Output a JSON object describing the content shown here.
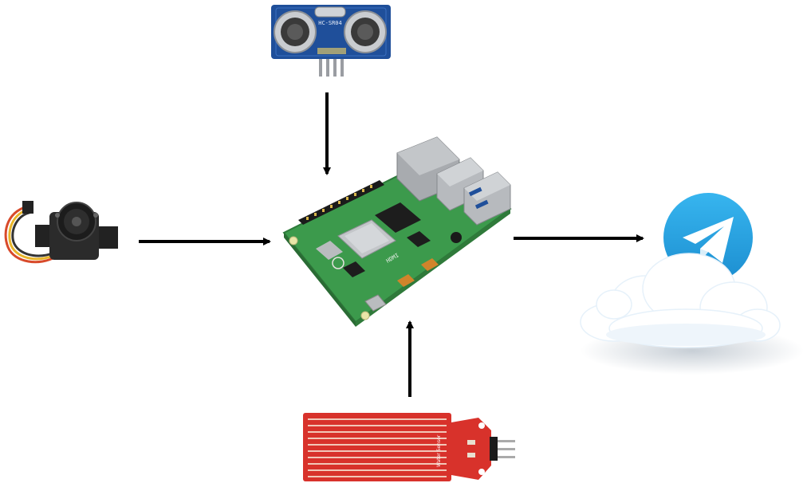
{
  "components": {
    "ultrasonic": {
      "icon": "ultrasonic-sensor-icon",
      "label": "HC-SR04"
    },
    "flow": {
      "icon": "water-flow-sensor-icon"
    },
    "raspberry": {
      "icon": "raspberry-pi-board-icon",
      "port_label": "HDMI"
    },
    "water_level": {
      "icon": "water-level-sensor-icon",
      "label": "Water Sensor"
    },
    "telegram": {
      "icon": "telegram-cloud-icon"
    }
  },
  "colors": {
    "pcb_green": "#3c9a4c",
    "sensor_blue": "#1f4f9a",
    "sensor_red": "#d8322b",
    "telegram_blue": "#2aa3e0",
    "arrow": "#000000"
  }
}
